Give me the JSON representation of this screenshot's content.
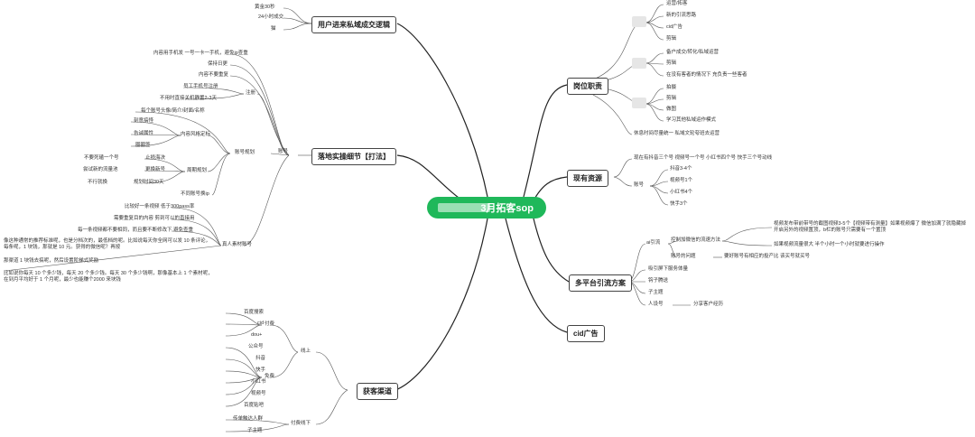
{
  "center": {
    "title": "3月拓客sop"
  },
  "left": {
    "logic": {
      "title": "用户进来私域成交逻辑",
      "items": [
        "黄金30秒",
        "24小时成交",
        "猫"
      ]
    },
    "landing": {
      "title": "落地实操细节【打法】",
      "account": "账号",
      "account_items": [
        "内容用手机发 一号一卡一手机，避免ip查重",
        "保持日更",
        "内容不要重复"
      ],
      "register": "注册",
      "register_items": [
        "员工手机号注册",
        "不用时直接关机静置2-3天"
      ],
      "planning": "账号规划",
      "planning_first": "每个账号头像/简介/封面/名称",
      "style": "内容风格定标",
      "style_items": [
        "刻意搞怪",
        "告诫属性",
        "圈圈签"
      ],
      "cycle": "周期规划",
      "cycle_items": [
        "止损海决",
        "更换新号",
        "规划时间30天"
      ],
      "cycle_left": [
        "不要死磕一个号",
        "尝试新的流量池",
        "不行就换"
      ],
      "no_same_ip": "不同账号换ip",
      "real": "真人素材账号",
      "real_items": [
        "比较好一条视频 低于300pass率",
        "需要重复目的内容 剪到可以的直接用",
        "每一条视频都不要相同，而且要不断修改下 避免查重"
      ],
      "note1": "像这种通常的推荐标准呢，也是分档次的，最低档的呢。比如说每天你全网可以发 10 条评论，每条呢，1 块钱，那就是 10 元。获得的微信呢？再按",
      "note1b": "那渠道 1 块钱去搞呢，然后设置阶梯式奖励",
      "note2": "比如说你每天 10 个多少钱，每天 20 个多少钱。每天 30 个多少钱啊，那像基本上 1 个素材呢，在到月平均好于 1 个月呢，最少也能赚个2000 来块钱"
    },
    "channels": {
      "title": "获客渠道",
      "online": "线上",
      "paid": "付费",
      "paid_items": [
        "百度搜索",
        "cid",
        "dou+"
      ],
      "free": "免费",
      "free_items": [
        "公众号",
        "抖音",
        "快手",
        "小红书",
        "视频号",
        "百度贴吧"
      ],
      "offline": "线下",
      "offline_paid": "付费",
      "offline_items": [
        "传单触达人群",
        "子主题"
      ]
    }
  },
  "right": {
    "duties": {
      "title": "岗位职责",
      "g1": [
        "运营/拓客",
        "新的引流思路",
        "cid广告",
        "剪辑"
      ],
      "g2": [
        "备户成交/转化/私域运营",
        "剪辑",
        "在没有客者的情况下 充负责一些客者"
      ],
      "g3": [
        "拍摄",
        "剪辑",
        "做图",
        "学习其他私域运作模式"
      ],
      "bottom": "休息时间尽量统一 私域文轮夸班去运营"
    },
    "resources": {
      "title": "现有资源",
      "top": "现在有抖音三个号 视频号一个号 小红书四个号 快手三个号动线",
      "account": "账号",
      "items": [
        "抖音3-4个",
        "视频号1个",
        "小红书4个",
        "快手3个"
      ]
    },
    "multi": {
      "title": "多平台引流方案",
      "ad_text": "ai引流",
      "control": "控制加微信的流速方法",
      "control_note": "视频发布带前带号的截图视频3-5个【视频带有测量】如果视频爆了 微信加满了就隐藏掉开启另外的视频置顶，b栏的账号只需要有一个置顶",
      "control_note2": "如果视频流量很大 半个小时一个小时就要进行操作",
      "account_q": "账号的问题",
      "account_note": "要好账号有相应的投产比 该买号就买号",
      "items": [
        "吸引屏下服务体量",
        "钩子腾送",
        "子主题",
        "人设号"
      ],
      "persona_note": "分享客户经历"
    },
    "cid": {
      "title": "cid广告"
    }
  }
}
